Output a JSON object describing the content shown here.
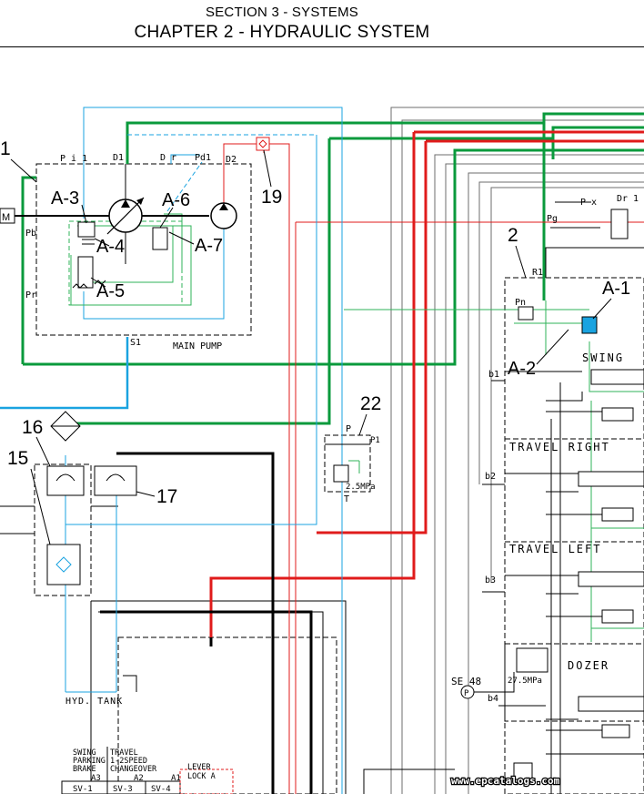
{
  "header": {
    "section": "SECTION 3 - SYSTEMS",
    "chapter": "CHAPTER 2 - HYDRAULIC SYSTEM"
  },
  "colors": {
    "green": "#0a9a3c",
    "red": "#e01b1b",
    "blue": "#1aa3e0",
    "light_green": "#2fb35a",
    "black": "#000000",
    "gray": "#707070"
  },
  "callouts": {
    "c1": "1",
    "c2": "2",
    "c15": "15",
    "c16": "16",
    "c17": "17",
    "c19": "19",
    "c22": "22",
    "a1": "A-1",
    "a2": "A-2",
    "a3": "A-3",
    "a4": "A-4",
    "a5": "A-5",
    "a6": "A-6",
    "a7": "A-7"
  },
  "pump": {
    "pi1": "P i 1",
    "d1": "D1",
    "dr": "D r",
    "pd1": "Pd1",
    "d2": "D2",
    "pb": "Pb",
    "pr": "Pr",
    "s1": "S1",
    "label": "MAIN PUMP",
    "motor": "M"
  },
  "valve": {
    "px": "P x",
    "pg": "Pg",
    "dr1": "Dr 1",
    "r1": "R1",
    "pn": "Pn",
    "b1": "b1",
    "b2": "b2",
    "b3": "b3",
    "b4": "b4",
    "swing": "SWING",
    "travel_right": "TRAVEL RIGHT",
    "travel_left": "TRAVEL LEFT",
    "dozer": "DOZER",
    "dozer_pressure": "27.5MPa"
  },
  "relief22": {
    "p": "P",
    "p1": "P1",
    "t": "T",
    "pressure": "2.5MPa"
  },
  "tank": {
    "label": "HYD. TANK"
  },
  "sensor": {
    "se48": "SE 48",
    "p": "P"
  },
  "solenoids": {
    "swing_line1": "SWING",
    "swing_line2": "PARKING",
    "swing_line3": "BRAKE",
    "travel_line1": "TRAVEL",
    "travel_line2": "1-2SPEED",
    "travel_line3": "CHANGEOVER",
    "lever_line1": "LEVER",
    "lever_line2": "LOCK A",
    "a3": "A3",
    "a2": "A2",
    "a1": "A1",
    "sv1": "SV-1",
    "sv3": "SV-3",
    "sv4": "SV-4"
  },
  "watermark": "www.epcatalogs.com"
}
